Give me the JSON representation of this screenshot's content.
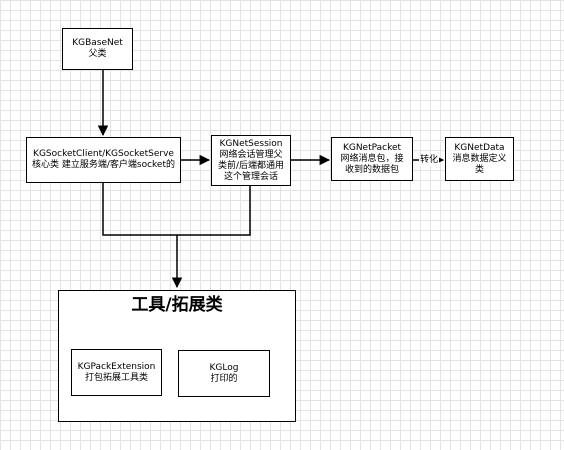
{
  "nodes": {
    "base_net": {
      "title": "KGBaseNet",
      "desc": "父类"
    },
    "socket_client": {
      "title": "KGSocketClient/KGSocketServe",
      "desc": "核心类 建立服务端/客户端socket的"
    },
    "net_session": {
      "title": "KGNetSession",
      "desc_lines": [
        "网络会话管理父",
        "类前/后端都通用",
        "这个管理会话"
      ]
    },
    "net_packet": {
      "title": "KGNetPacket",
      "desc_lines": [
        "网络消息包，接",
        "收到的数据包"
      ]
    },
    "net_data": {
      "title": "KGNetData",
      "desc_lines": [
        "消息数据定义",
        "类"
      ]
    },
    "tools_group": {
      "title": "工具/拓展类"
    },
    "pack_extension": {
      "title": "KGPackExtension",
      "desc": "打包拓展工具类"
    },
    "log": {
      "title": "KGLog",
      "desc": "打印的"
    }
  },
  "edges": {
    "packet_to_data_label": "转化"
  }
}
